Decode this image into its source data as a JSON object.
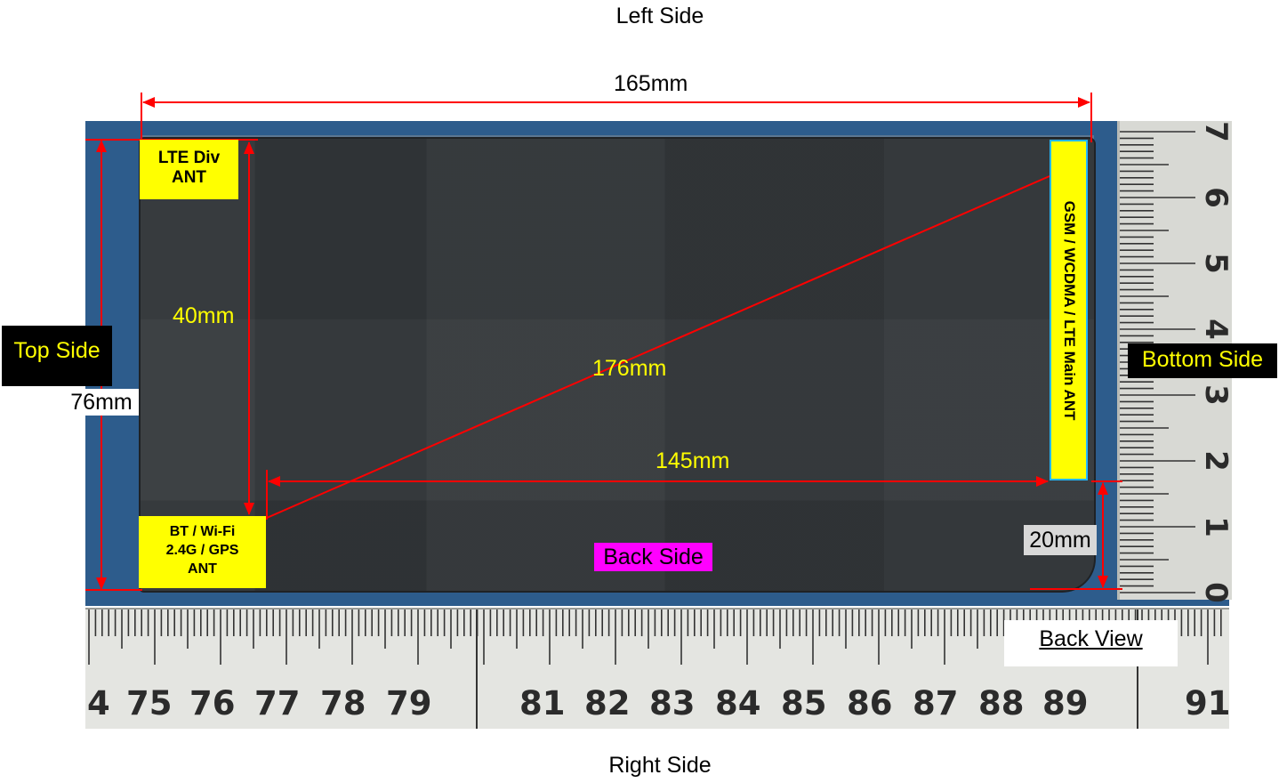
{
  "sides": {
    "left": "Left Side",
    "right": "Right Side",
    "top": "Top Side",
    "bottom": "Bottom Side",
    "back": "Back Side"
  },
  "view_label": "Back View",
  "dimensions": {
    "width": "165mm",
    "height": "76mm",
    "diagonal": "176mm",
    "inner_width": "145mm",
    "inner_height": "40mm",
    "corner_offset": "20mm"
  },
  "antennas": {
    "lte_div": [
      "LTE Div",
      "ANT"
    ],
    "bt_wifi_gps": [
      "BT / Wi-Fi",
      "2.4G / GPS",
      "ANT"
    ],
    "main": "GSM / WCDMA / LTE Main ANT"
  },
  "rulers": {
    "horizontal_numbers": [
      "4",
      "75",
      "76",
      "77",
      "78",
      "79",
      "81",
      "82",
      "83",
      "84",
      "85",
      "86",
      "87",
      "88",
      "89",
      "91"
    ],
    "vertical_numbers": [
      "7",
      "6",
      "5",
      "4",
      "3",
      "2",
      "1",
      "0"
    ]
  },
  "colors": {
    "dimension_line": "#ff0000",
    "antenna_fill": "#ffff00",
    "back_side_tag": "#ff00ff",
    "mat_blue": "#2d5c8c"
  }
}
